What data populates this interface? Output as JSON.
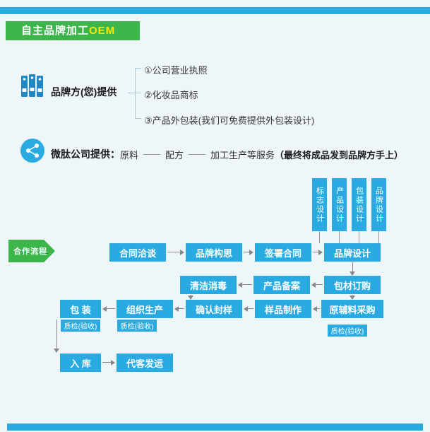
{
  "colors": {
    "accent_cyan": "#29abe2",
    "banner_green": "#3cb54a",
    "oem_yellow": "#ffe800",
    "arrow_gray": "#888888",
    "background": "#eff6fa"
  },
  "banner": {
    "title": "自主品牌加工",
    "highlight": "OEM"
  },
  "brand_section": {
    "label": "品牌方(您)提供",
    "items": [
      "①公司营业执照",
      "②化妆品商标",
      "③产品外包装(我们可免费提供外包装设计)"
    ]
  },
  "company_section": {
    "label": "微肽公司提供",
    "colon": "：",
    "item1": "原料",
    "item2": "配方",
    "item3": "加工生产等服务",
    "note": "（最终将成品发到品牌方手上）"
  },
  "design_columns": [
    "标志设计",
    "产品设计",
    "包装设计",
    "品牌设计"
  ],
  "flow_arrow_label": "合作流程",
  "flow": {
    "row1": [
      "合同洽谈",
      "品牌构思",
      "签署合同",
      "品牌设计"
    ],
    "row2": [
      "清洁消毒",
      "产品备案",
      "包材订购"
    ],
    "row3": [
      "包 装",
      "组织生产",
      "确认封样",
      "样品制作",
      "原辅料采购"
    ],
    "row4": [
      "入 库",
      "代客发运"
    ],
    "qc_label": "质检(验收)"
  }
}
